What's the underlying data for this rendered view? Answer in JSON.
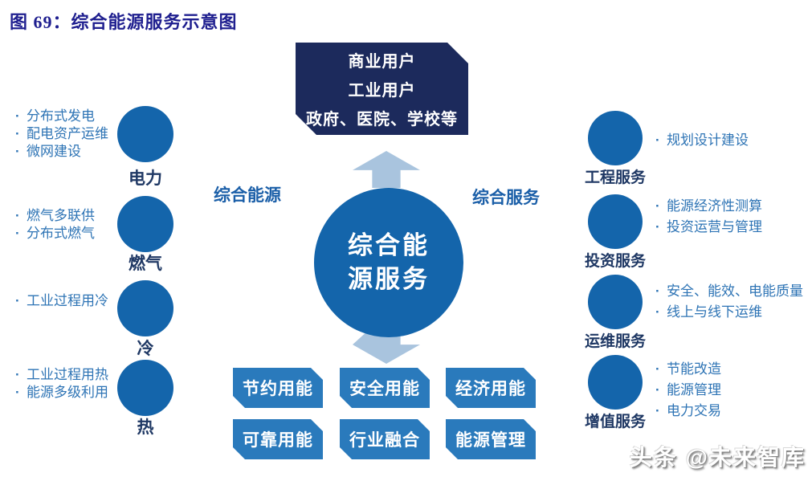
{
  "title": "图 69：综合能源服务示意图",
  "users_box": {
    "lines": [
      "商业用户",
      "工业用户",
      "政府、医院、学校等"
    ]
  },
  "center_circle": {
    "line1": "综合能",
    "line2": "源服务"
  },
  "flow_labels": {
    "left": "综合能源",
    "right": "综合服务"
  },
  "left_groups": [
    {
      "label": "电力",
      "items": [
        "分布式发电",
        "配电资产运维",
        "微网建设"
      ]
    },
    {
      "label": "燃气",
      "items": [
        "燃气多联供",
        "分布式燃气"
      ]
    },
    {
      "label": "冷",
      "items": [
        "工业过程用冷"
      ]
    },
    {
      "label": "热",
      "items": [
        "工业过程用热",
        "能源多级利用"
      ]
    }
  ],
  "right_groups": [
    {
      "label": "工程服务",
      "items": [
        "规划设计建设"
      ]
    },
    {
      "label": "投资服务",
      "items": [
        "能源经济性测算",
        "投资运营与管理"
      ]
    },
    {
      "label": "运维服务",
      "items": [
        "安全、能效、电能质量",
        "线上与线下运维"
      ]
    },
    {
      "label": "增值服务",
      "items": [
        "节能改造",
        "能源管理",
        "电力交易"
      ]
    }
  ],
  "bottom_boxes": [
    "节约用能",
    "安全用能",
    "经济用能",
    "可靠用能",
    "行业融合",
    "能源管理"
  ],
  "watermark": "头条 @未来智库",
  "colors": {
    "title_navy": "#1f1f8f",
    "users_box_navy": "#1c2a5c",
    "circle_blue": "#1465ab",
    "bottom_box_blue": "#2a7abc",
    "arrow_light_blue": "#a9c4de",
    "bullet_text_blue": "#2e74b5",
    "label_navy": "#1f3864",
    "flow_label_blue": "#1b5fa8",
    "text_white": "#ffffff"
  }
}
